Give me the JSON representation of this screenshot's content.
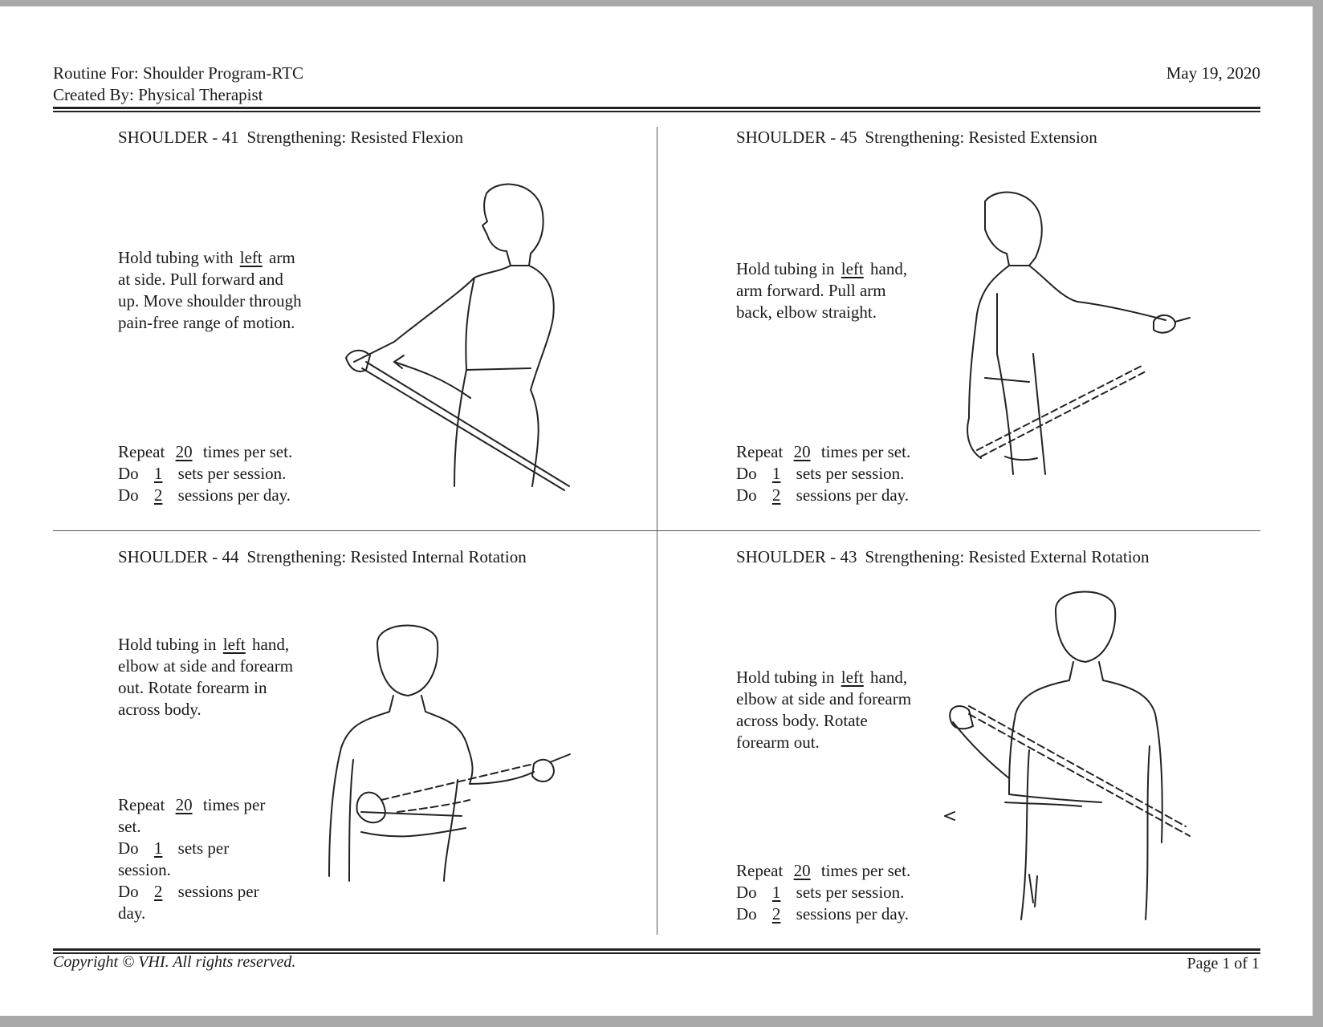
{
  "header": {
    "routine_label": "Routine For:",
    "routine": "Shoulder Program-RTC",
    "created_label": "Created By:",
    "created_by": "Physical Therapist",
    "date": "May 19, 2020"
  },
  "footer": {
    "copyright": "Copyright © VHI. All rights reserved.",
    "page": "Page 1 of 1"
  },
  "exercises": [
    {
      "code": "SHOULDER - 41",
      "name": "Strengthening: Resisted Flexion",
      "line1_pre": "Hold tubing with",
      "side": "left",
      "line1_post": "arm",
      "lines": [
        "at side. Pull forward and",
        "up. Move shoulder through",
        "pain-free range of motion."
      ],
      "repeat": "20",
      "sets": "1",
      "sessions": "2"
    },
    {
      "code": "SHOULDER - 45",
      "name": "Strengthening: Resisted Extension",
      "line1_pre": "Hold tubing in",
      "side": "left",
      "line1_post": "hand,",
      "lines": [
        "arm forward. Pull arm",
        "back, elbow straight."
      ],
      "repeat": "20",
      "sets": "1",
      "sessions": "2"
    },
    {
      "code": "SHOULDER - 44",
      "name": "Strengthening: Resisted Internal Rotation",
      "line1_pre": "Hold tubing in",
      "side": "left",
      "line1_post": "hand,",
      "lines": [
        "elbow at side and forearm",
        "out. Rotate forearm in",
        "across body."
      ],
      "repeat": "20",
      "sets": "1",
      "sessions": "2"
    },
    {
      "code": "SHOULDER - 43",
      "name": "Strengthening: Resisted External Rotation",
      "line1_pre": "Hold tubing in",
      "side": "left",
      "line1_post": "hand,",
      "lines": [
        "elbow at side and forearm",
        "across body. Rotate",
        "forearm out."
      ],
      "repeat": "20",
      "sets": "1",
      "sessions": "2"
    }
  ],
  "dose_text": {
    "repeat": "Repeat",
    "times": "times per set.",
    "do": "Do",
    "sets": "sets per session.",
    "sessions": "sessions per day."
  }
}
